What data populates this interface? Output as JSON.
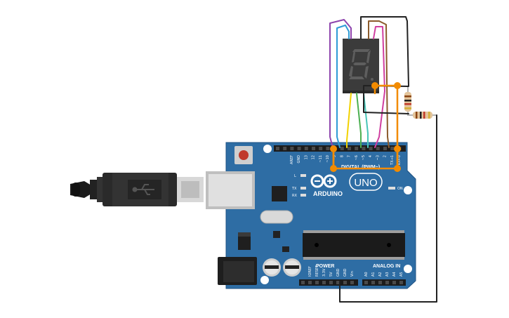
{
  "board": {
    "brand": "ARDUINO",
    "model": "UNO",
    "digital_header": "DIGITAL (PWM~)",
    "power_header": "POWER",
    "analog_header": "ANALOG IN",
    "led_l": "L",
    "led_tx": "TX",
    "led_rx": "RX",
    "led_on": "ON",
    "top_pins": [
      "AREF",
      "GND",
      "13",
      "12",
      "~11",
      "~10",
      "~9",
      "8",
      "7",
      "~6",
      "~5",
      "4",
      "~3",
      "2",
      "TX→1",
      "RX←0"
    ],
    "power_pins": [
      "IOREF",
      "RESET",
      "3.3V",
      "5V",
      "GND",
      "GND",
      "Vin"
    ],
    "analog_pins": [
      "A0",
      "A1",
      "A2",
      "A3",
      "A4",
      "A5"
    ]
  },
  "display": {
    "digit": "8"
  },
  "colors": {
    "board": "#2e6da4",
    "board_edge": "#1f5283",
    "wire_orange": "#f28b00",
    "wire_purple": "#8e44ad",
    "wire_blue": "#2f9bd6",
    "wire_yellow": "#f2d200",
    "wire_green": "#4caf50",
    "wire_teal": "#47c5b8",
    "wire_pink": "#d03fa0",
    "wire_brown": "#8b5a2b",
    "wire_black": "#222222"
  }
}
